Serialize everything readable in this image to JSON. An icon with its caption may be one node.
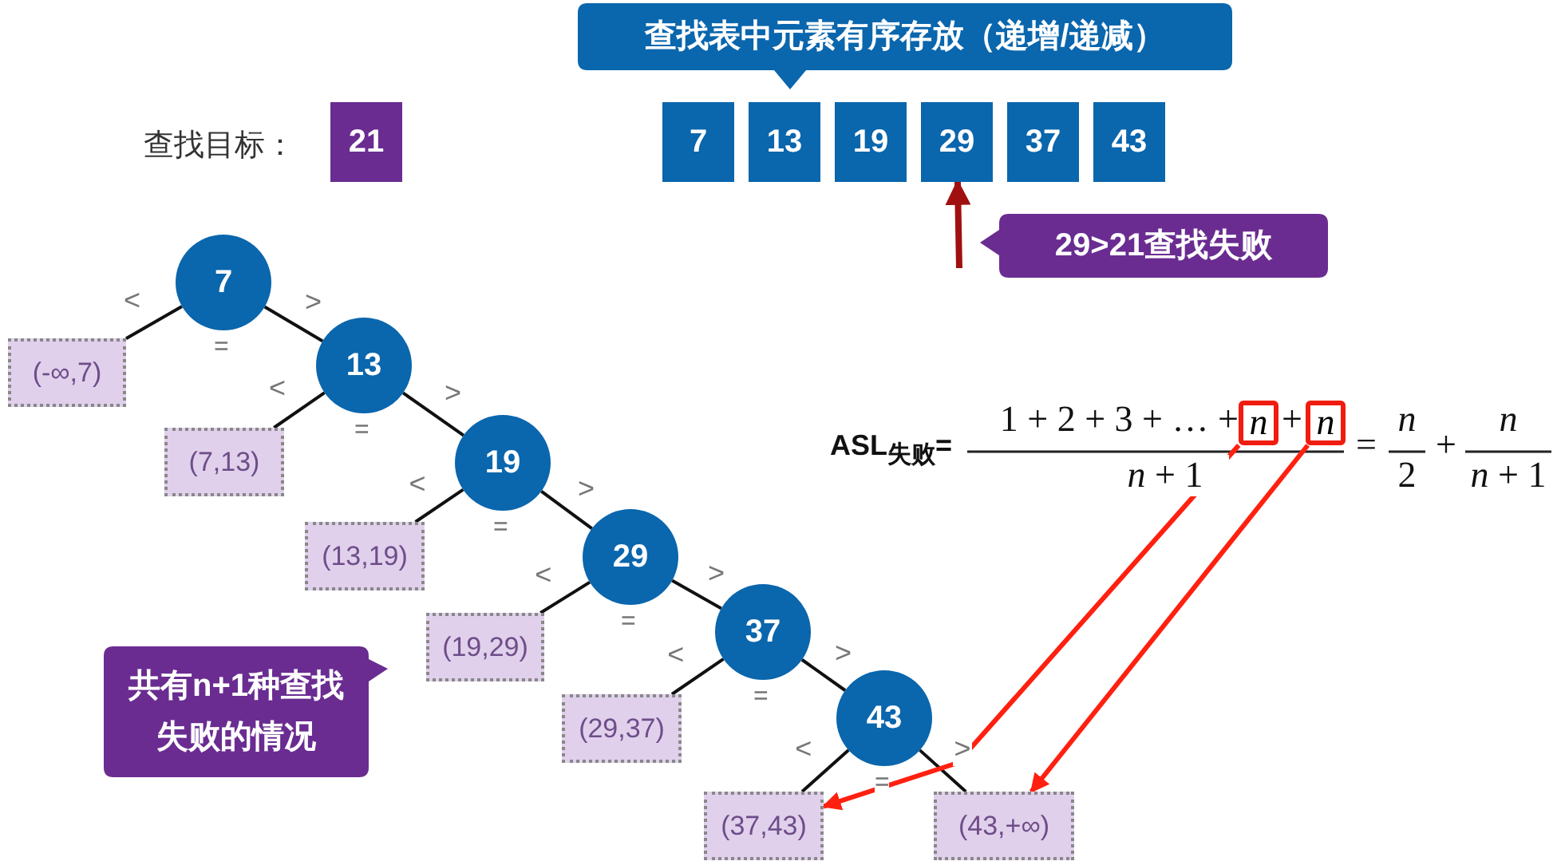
{
  "diagram": {
    "nodes": [
      {
        "text": [
          "查找表中元素有序存放（递增/递减）"
        ]
      },
      {
        "text": [
          "21"
        ]
      },
      {
        "text": [
          "7"
        ]
      },
      {
        "text": [
          "13"
        ]
      },
      {
        "text": [
          "19"
        ]
      },
      {
        "text": [
          "29"
        ]
      },
      {
        "text": [
          "37"
        ]
      },
      {
        "text": [
          "43"
        ]
      },
      {
        "text": [
          "29>21查找失败"
        ]
      },
      {
        "text": [
          "7"
        ],
        "beside": [
          "="
        ]
      },
      {
        "text": [
          "(-∞,7)"
        ]
      },
      {
        "text": [
          "13"
        ],
        "beside": [
          "="
        ]
      },
      {
        "text": [
          "(7,13)"
        ]
      },
      {
        "text": [
          "19"
        ],
        "beside": [
          "="
        ]
      },
      {
        "text": [
          "(13,19)"
        ]
      },
      {
        "text": [
          "29"
        ],
        "beside": [
          "="
        ]
      },
      {
        "text": [
          "(19,29)"
        ]
      },
      {
        "text": [
          "37"
        ],
        "beside": [
          "="
        ]
      },
      {
        "text": [
          "(29,37)"
        ]
      },
      {
        "text": [
          "43"
        ],
        "beside": [
          "="
        ]
      },
      {
        "text": [
          "(37,43)"
        ]
      },
      {
        "text": [
          "(43,+∞)"
        ]
      },
      {
        "text": [
          "共有n+1种查找失败的情况"
        ]
      },
      {
        "text": [
          "n"
        ]
      },
      {
        "text": [
          "n"
        ]
      }
    ],
    "edges": [
      {
        "from": null,
        "to": 5,
        "arrow": "to",
        "style": "thick",
        "color": "#a01010"
      },
      {
        "from": 9,
        "to": 10,
        "arrow": "none",
        "label": "<"
      },
      {
        "from": 9,
        "to": 11,
        "arrow": "none",
        "label": ">"
      },
      {
        "from": 11,
        "to": 12,
        "arrow": "none",
        "label": "<"
      },
      {
        "from": 11,
        "to": 13,
        "arrow": "none",
        "label": ">"
      },
      {
        "from": 13,
        "to": 14,
        "arrow": "none",
        "label": "<"
      },
      {
        "from": 13,
        "to": 15,
        "arrow": "none",
        "label": ">"
      },
      {
        "from": 15,
        "to": 16,
        "arrow": "none",
        "label": "<"
      },
      {
        "from": 15,
        "to": 17,
        "arrow": "none",
        "label": ">"
      },
      {
        "from": 17,
        "to": 18,
        "arrow": "none",
        "label": "<"
      },
      {
        "from": 17,
        "to": 19,
        "arrow": "none",
        "label": ">"
      },
      {
        "from": 19,
        "to": 20,
        "arrow": "none",
        "label": "<"
      },
      {
        "from": 19,
        "to": 21,
        "arrow": "none",
        "label": ">"
      },
      {
        "from": 23,
        "to": 20,
        "arrow": "to",
        "color": "#ff2010"
      },
      {
        "from": 24,
        "to": 21,
        "arrow": "to",
        "color": "#ff2010"
      }
    ],
    "labels": [
      "查找目标：",
      "ASL$_{失败}$=",
      "1 + 2 + 3 + … +",
      "+",
      "*n* + 1",
      "=",
      "n",
      "2",
      "+",
      "n",
      "*n* + 1"
    ]
  }
}
